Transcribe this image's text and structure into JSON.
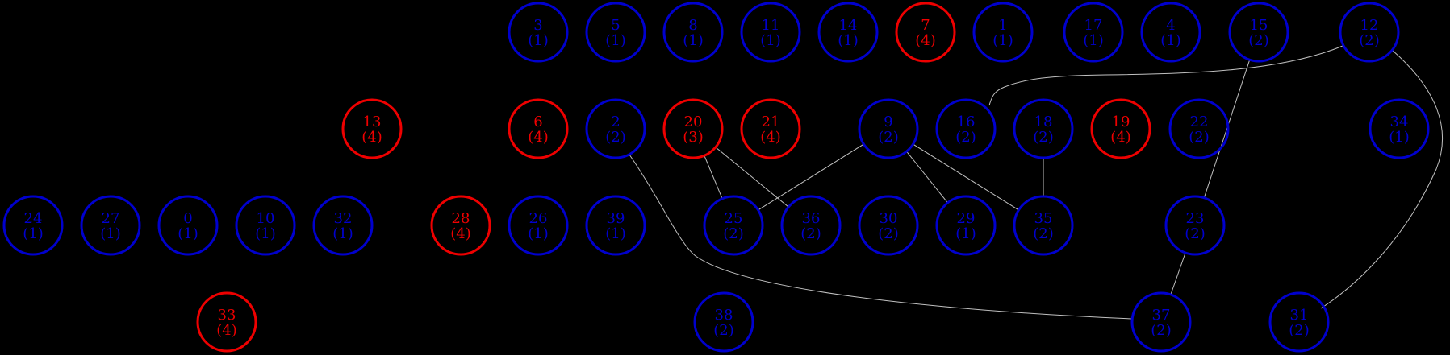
{
  "colors": {
    "background": "#000000",
    "edge": "#c0c0c0",
    "state_blue": "#0000cd",
    "state_red": "#ee0000"
  },
  "nodes": [
    {
      "id": "3",
      "label": "3",
      "count": "(1)",
      "state": "blue"
    },
    {
      "id": "5",
      "label": "5",
      "count": "(1)",
      "state": "blue"
    },
    {
      "id": "8",
      "label": "8",
      "count": "(1)",
      "state": "blue"
    },
    {
      "id": "11",
      "label": "11",
      "count": "(1)",
      "state": "blue"
    },
    {
      "id": "14",
      "label": "14",
      "count": "(1)",
      "state": "blue"
    },
    {
      "id": "7",
      "label": "7",
      "count": "(4)",
      "state": "red"
    },
    {
      "id": "1",
      "label": "1",
      "count": "(1)",
      "state": "blue"
    },
    {
      "id": "17",
      "label": "17",
      "count": "(1)",
      "state": "blue"
    },
    {
      "id": "4",
      "label": "4",
      "count": "(1)",
      "state": "blue"
    },
    {
      "id": "15",
      "label": "15",
      "count": "(2)",
      "state": "blue"
    },
    {
      "id": "12",
      "label": "12",
      "count": "(2)",
      "state": "blue"
    },
    {
      "id": "13",
      "label": "13",
      "count": "(4)",
      "state": "red"
    },
    {
      "id": "6",
      "label": "6",
      "count": "(4)",
      "state": "red"
    },
    {
      "id": "2",
      "label": "2",
      "count": "(2)",
      "state": "blue"
    },
    {
      "id": "20",
      "label": "20",
      "count": "(3)",
      "state": "red"
    },
    {
      "id": "21",
      "label": "21",
      "count": "(4)",
      "state": "red"
    },
    {
      "id": "9",
      "label": "9",
      "count": "(2)",
      "state": "blue"
    },
    {
      "id": "16",
      "label": "16",
      "count": "(2)",
      "state": "blue"
    },
    {
      "id": "18",
      "label": "18",
      "count": "(2)",
      "state": "blue"
    },
    {
      "id": "19",
      "label": "19",
      "count": "(4)",
      "state": "red"
    },
    {
      "id": "22",
      "label": "22",
      "count": "(2)",
      "state": "blue"
    },
    {
      "id": "34",
      "label": "34",
      "count": "(1)",
      "state": "blue"
    },
    {
      "id": "24",
      "label": "24",
      "count": "(1)",
      "state": "blue"
    },
    {
      "id": "27",
      "label": "27",
      "count": "(1)",
      "state": "blue"
    },
    {
      "id": "0",
      "label": "0",
      "count": "(1)",
      "state": "blue"
    },
    {
      "id": "10",
      "label": "10",
      "count": "(1)",
      "state": "blue"
    },
    {
      "id": "32",
      "label": "32",
      "count": "(1)",
      "state": "blue"
    },
    {
      "id": "28",
      "label": "28",
      "count": "(4)",
      "state": "red"
    },
    {
      "id": "26",
      "label": "26",
      "count": "(1)",
      "state": "blue"
    },
    {
      "id": "39",
      "label": "39",
      "count": "(1)",
      "state": "blue"
    },
    {
      "id": "25",
      "label": "25",
      "count": "(2)",
      "state": "blue"
    },
    {
      "id": "36",
      "label": "36",
      "count": "(2)",
      "state": "blue"
    },
    {
      "id": "30",
      "label": "30",
      "count": "(2)",
      "state": "blue"
    },
    {
      "id": "29",
      "label": "29",
      "count": "(1)",
      "state": "blue"
    },
    {
      "id": "35",
      "label": "35",
      "count": "(2)",
      "state": "blue"
    },
    {
      "id": "23",
      "label": "23",
      "count": "(2)",
      "state": "blue"
    },
    {
      "id": "33",
      "label": "33",
      "count": "(4)",
      "state": "red"
    },
    {
      "id": "38",
      "label": "38",
      "count": "(2)",
      "state": "blue"
    },
    {
      "id": "37",
      "label": "37",
      "count": "(2)",
      "state": "blue"
    },
    {
      "id": "31",
      "label": "31",
      "count": "(2)",
      "state": "blue"
    }
  ],
  "edges": [
    {
      "from": "12",
      "to": "16"
    },
    {
      "from": "12",
      "to": "31"
    },
    {
      "from": "15",
      "to": "23"
    },
    {
      "from": "2",
      "to": "37"
    },
    {
      "from": "20",
      "to": "25"
    },
    {
      "from": "20",
      "to": "36"
    },
    {
      "from": "9",
      "to": "25"
    },
    {
      "from": "9",
      "to": "29"
    },
    {
      "from": "9",
      "to": "35"
    },
    {
      "from": "18",
      "to": "35"
    },
    {
      "from": "23",
      "to": "37"
    }
  ]
}
